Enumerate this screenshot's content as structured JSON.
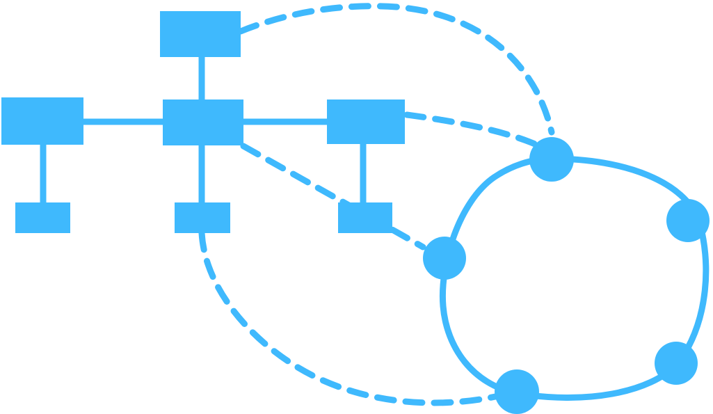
{
  "diagram": {
    "type": "network-topology",
    "colors": {
      "accent": "#3FB9FD",
      "background": "#FFFFFF"
    },
    "tree": {
      "nodes": [
        {
          "id": "top"
        },
        {
          "id": "hub"
        },
        {
          "id": "left"
        },
        {
          "id": "right"
        },
        {
          "id": "bottom-left"
        },
        {
          "id": "bottom-center"
        },
        {
          "id": "bottom-right"
        }
      ],
      "links": [
        {
          "from": "hub",
          "to": "top",
          "style": "solid"
        },
        {
          "from": "hub",
          "to": "left",
          "style": "solid"
        },
        {
          "from": "hub",
          "to": "right",
          "style": "solid"
        },
        {
          "from": "hub",
          "to": "bottom-center",
          "style": "solid"
        },
        {
          "from": "left",
          "to": "bottom-left",
          "style": "solid"
        },
        {
          "from": "right",
          "to": "bottom-right",
          "style": "solid"
        }
      ]
    },
    "ring": {
      "nodes": [
        {
          "id": "ring-top"
        },
        {
          "id": "ring-right"
        },
        {
          "id": "ring-lower-right"
        },
        {
          "id": "ring-bottom"
        },
        {
          "id": "ring-left"
        }
      ]
    },
    "cross_links": [
      {
        "from": "top",
        "to": "ring-top",
        "style": "dashed"
      },
      {
        "from": "right",
        "to": "ring-top",
        "style": "dashed"
      },
      {
        "from": "hub",
        "to": "ring-left",
        "style": "dashed"
      },
      {
        "from": "bottom-center",
        "to": "ring-bottom",
        "style": "dashed"
      }
    ]
  }
}
